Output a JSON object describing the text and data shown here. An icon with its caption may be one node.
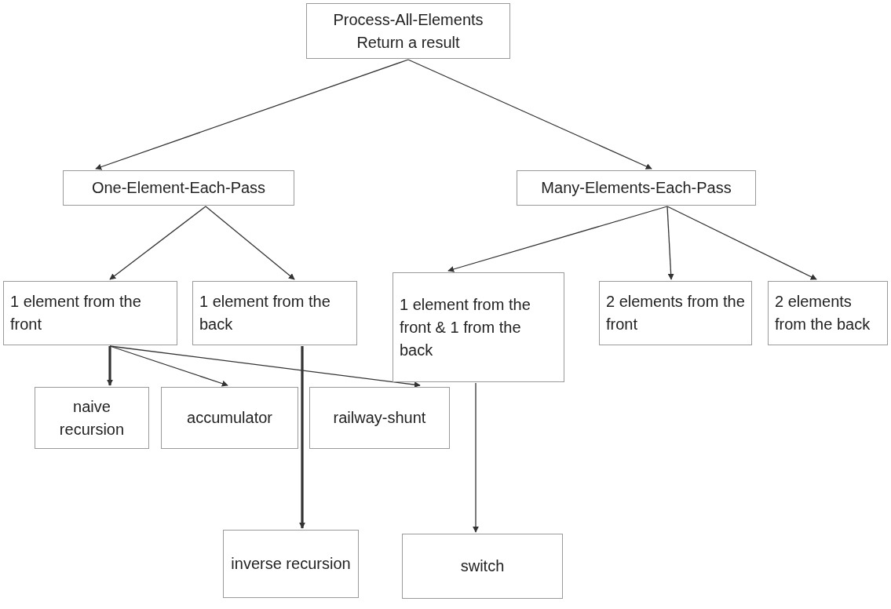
{
  "diagram": {
    "nodes": [
      {
        "text": [
          "Process-All-Elements",
          "Return a result"
        ]
      },
      {
        "text": [
          "One-Element-Each-Pass"
        ]
      },
      {
        "text": [
          "Many-Elements-Each-Pass"
        ]
      },
      {
        "text": [
          "1 element from the front"
        ]
      },
      {
        "text": [
          "1 element from the back"
        ]
      },
      {
        "text": [
          "1 element from the front & 1 from the back"
        ]
      },
      {
        "text": [
          "2 elements from the front"
        ]
      },
      {
        "text": [
          "2 elements from the back"
        ]
      },
      {
        "text": [
          "naive recursion"
        ]
      },
      {
        "text": [
          "accumulator"
        ]
      },
      {
        "text": [
          "railway-shunt"
        ]
      },
      {
        "text": [
          "inverse recursion"
        ]
      },
      {
        "text": [
          "switch"
        ]
      }
    ],
    "edges": [
      {
        "from": 0,
        "to": 1,
        "arrow": "to"
      },
      {
        "from": 0,
        "to": 2,
        "arrow": "to"
      },
      {
        "from": 1,
        "to": 3,
        "arrow": "to"
      },
      {
        "from": 1,
        "to": 4,
        "arrow": "to"
      },
      {
        "from": 2,
        "to": 5,
        "arrow": "to"
      },
      {
        "from": 2,
        "to": 6,
        "arrow": "to"
      },
      {
        "from": 2,
        "to": 7,
        "arrow": "to"
      },
      {
        "from": 3,
        "to": 8,
        "arrow": "to",
        "style": "thick"
      },
      {
        "from": 3,
        "to": 9,
        "arrow": "to"
      },
      {
        "from": 3,
        "to": 10,
        "arrow": "to"
      },
      {
        "from": 4,
        "to": 11,
        "arrow": "to",
        "style": "thick"
      },
      {
        "from": 5,
        "to": 12,
        "arrow": "to"
      }
    ]
  }
}
